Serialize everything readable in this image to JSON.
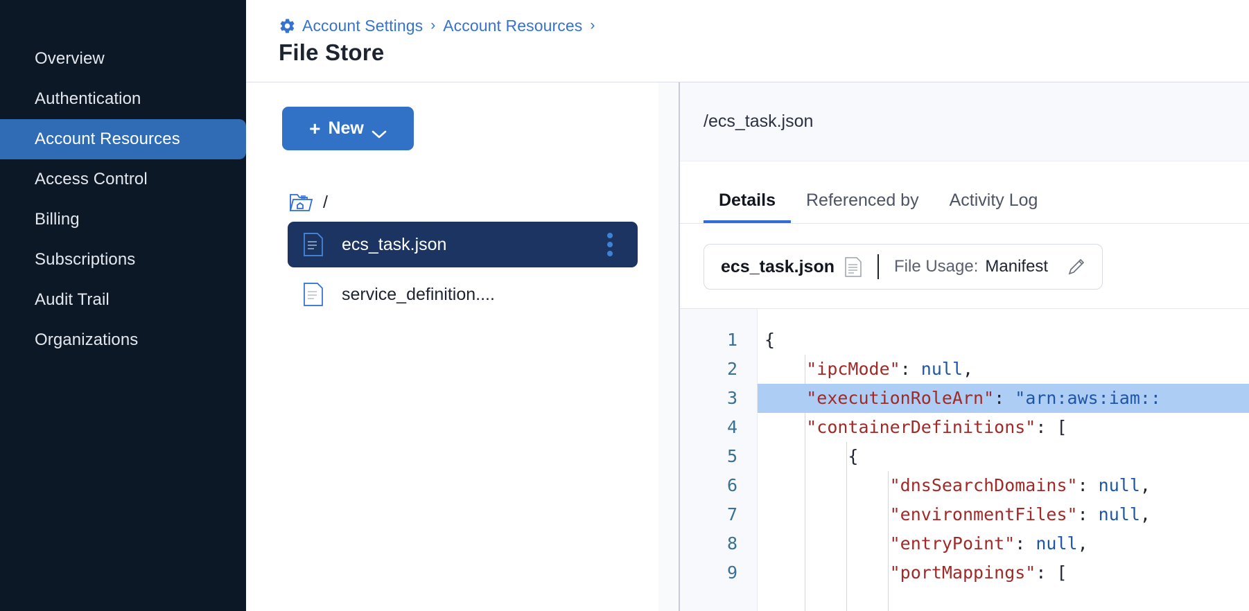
{
  "sidebar": {
    "items": [
      {
        "label": "Overview",
        "active": false
      },
      {
        "label": "Authentication",
        "active": false
      },
      {
        "label": "Account Resources",
        "active": true
      },
      {
        "label": "Access Control",
        "active": false
      },
      {
        "label": "Billing",
        "active": false
      },
      {
        "label": "Subscriptions",
        "active": false
      },
      {
        "label": "Audit Trail",
        "active": false
      },
      {
        "label": "Organizations",
        "active": false
      }
    ]
  },
  "header": {
    "gear_icon": "gear-icon",
    "breadcrumb": [
      {
        "label": "Account Settings"
      },
      {
        "label": "Account Resources"
      }
    ],
    "separator": "›",
    "title": "File Store"
  },
  "file_panel": {
    "new_button": {
      "label": "New",
      "plus": "+",
      "chevron_icon": "chevron-down-icon"
    },
    "root": {
      "label": "/",
      "icon": "folder-home-icon"
    },
    "files": [
      {
        "name": "ecs_task.json",
        "icon": "file-json-icon",
        "selected": true,
        "kebab_icon": "kebab-menu-icon"
      },
      {
        "name": "service_definition....",
        "icon": "file-doc-icon",
        "selected": false
      }
    ]
  },
  "details": {
    "path": "/ecs_task.json",
    "tabs": [
      {
        "label": "Details",
        "active": true
      },
      {
        "label": "Referenced by",
        "active": false
      },
      {
        "label": "Activity Log",
        "active": false
      }
    ],
    "info_card": {
      "file_name": "ecs_task.json",
      "doc_icon": "document-icon",
      "usage_label": "File Usage:",
      "usage_value": "Manifest",
      "edit_icon": "pencil-edit-icon"
    },
    "code": {
      "language": "json",
      "highlighted_line": 3,
      "line_numbers": [
        "1",
        "2",
        "3",
        "4",
        "5",
        "6",
        "7",
        "8",
        "9"
      ],
      "lines": [
        {
          "n": "1",
          "text": "{"
        },
        {
          "n": "2",
          "text": "    \"ipcMode\": null,"
        },
        {
          "n": "3",
          "text": "    \"executionRoleArn\": \"arn:aws:iam::"
        },
        {
          "n": "4",
          "text": "    \"containerDefinitions\": ["
        },
        {
          "n": "5",
          "text": "        {"
        },
        {
          "n": "6",
          "text": "            \"dnsSearchDomains\": null,"
        },
        {
          "n": "7",
          "text": "            \"environmentFiles\": null,"
        },
        {
          "n": "8",
          "text": "            \"entryPoint\": null,"
        },
        {
          "n": "9",
          "text": "            \"portMappings\": ["
        }
      ]
    }
  },
  "colors": {
    "sidebar_bg": "#0d1827",
    "sidebar_active": "#2f6cb5",
    "accent_blue": "#3272c6",
    "link_blue": "#3672d0",
    "selected_row": "#1c3461",
    "code_key": "#a02a28",
    "code_value": "#1f55a5",
    "highlight_line": "#aecdf5"
  }
}
